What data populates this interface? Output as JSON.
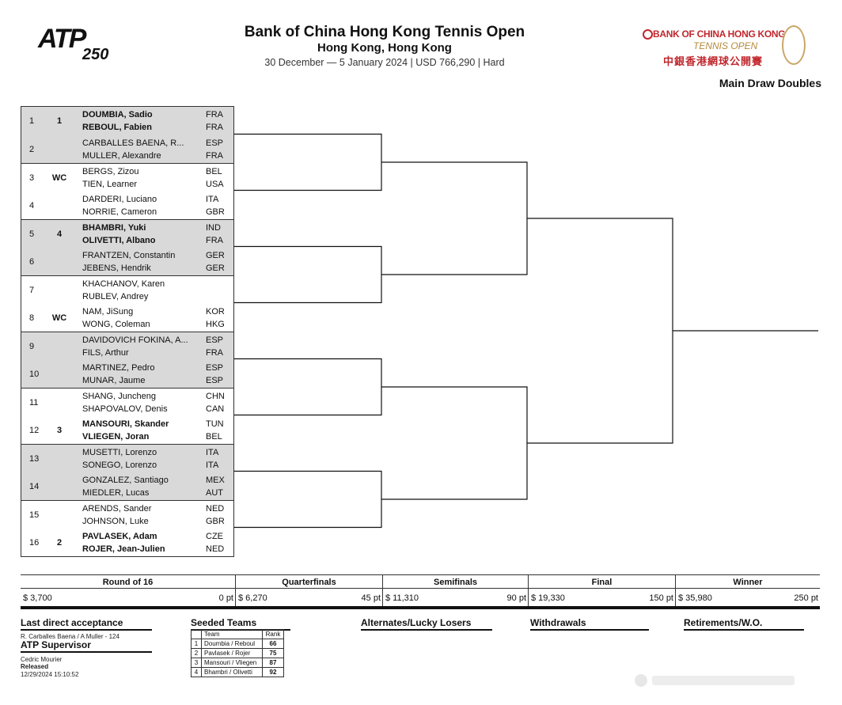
{
  "header": {
    "atp_logo": {
      "word": "ATP",
      "number": "250"
    },
    "title": "Bank of China Hong Kong Tennis Open",
    "location": "Hong Kong, Hong Kong",
    "info": "30 December — 5 January 2024 | USD 766,290 | Hard",
    "sponsor_logo": {
      "line1": "BANK OF CHINA HONG KONG",
      "line2": "TENNIS OPEN",
      "line3": "中銀香港網球公開賽"
    },
    "draw_type": "Main Draw Doubles"
  },
  "draw": [
    {
      "num": "1",
      "seed": "1",
      "p1": "DOUMBIA, Sadio",
      "c1": "FRA",
      "p2": "REBOUL, Fabien",
      "c2": "FRA",
      "bold": true
    },
    {
      "num": "2",
      "seed": "",
      "p1": "CARBALLES BAENA, R...",
      "c1": "ESP",
      "p2": "MULLER, Alexandre",
      "c2": "FRA",
      "bold": false
    },
    {
      "num": "3",
      "seed": "WC",
      "p1": "BERGS, Zizou",
      "c1": "BEL",
      "p2": "TIEN, Learner",
      "c2": "USA",
      "bold": false
    },
    {
      "num": "4",
      "seed": "",
      "p1": "DARDERI, Luciano",
      "c1": "ITA",
      "p2": "NORRIE, Cameron",
      "c2": "GBR",
      "bold": false
    },
    {
      "num": "5",
      "seed": "4",
      "p1": "BHAMBRI, Yuki",
      "c1": "IND",
      "p2": "OLIVETTI, Albano",
      "c2": "FRA",
      "bold": true
    },
    {
      "num": "6",
      "seed": "",
      "p1": "FRANTZEN, Constantin",
      "c1": "GER",
      "p2": "JEBENS, Hendrik",
      "c2": "GER",
      "bold": false
    },
    {
      "num": "7",
      "seed": "",
      "p1": "KHACHANOV, Karen",
      "c1": "",
      "p2": "RUBLEV, Andrey",
      "c2": "",
      "bold": false
    },
    {
      "num": "8",
      "seed": "WC",
      "p1": "NAM, JiSung",
      "c1": "KOR",
      "p2": "WONG, Coleman",
      "c2": "HKG",
      "bold": false
    },
    {
      "num": "9",
      "seed": "",
      "p1": "DAVIDOVICH FOKINA, A...",
      "c1": "ESP",
      "p2": "FILS, Arthur",
      "c2": "FRA",
      "bold": false
    },
    {
      "num": "10",
      "seed": "",
      "p1": "MARTINEZ, Pedro",
      "c1": "ESP",
      "p2": "MUNAR, Jaume",
      "c2": "ESP",
      "bold": false
    },
    {
      "num": "11",
      "seed": "",
      "p1": "SHANG, Juncheng",
      "c1": "CHN",
      "p2": "SHAPOVALOV, Denis",
      "c2": "CAN",
      "bold": false
    },
    {
      "num": "12",
      "seed": "3",
      "p1": "MANSOURI, Skander",
      "c1": "TUN",
      "p2": "VLIEGEN, Joran",
      "c2": "BEL",
      "bold": true
    },
    {
      "num": "13",
      "seed": "",
      "p1": "MUSETTI, Lorenzo",
      "c1": "ITA",
      "p2": "SONEGO, Lorenzo",
      "c2": "ITA",
      "bold": false
    },
    {
      "num": "14",
      "seed": "",
      "p1": "GONZALEZ, Santiago",
      "c1": "MEX",
      "p2": "MIEDLER, Lucas",
      "c2": "AUT",
      "bold": false
    },
    {
      "num": "15",
      "seed": "",
      "p1": "ARENDS, Sander",
      "c1": "NED",
      "p2": "JOHNSON, Luke",
      "c2": "GBR",
      "bold": false
    },
    {
      "num": "16",
      "seed": "2",
      "p1": "PAVLASEK, Adam",
      "c1": "CZE",
      "p2": "ROJER, Jean-Julien",
      "c2": "NED",
      "bold": true
    }
  ],
  "prize": [
    {
      "round": "Round of 16",
      "money": "$ 3,700",
      "points": "0 pt"
    },
    {
      "round": "Quarterfinals",
      "money": "$ 6,270",
      "points": "45 pt"
    },
    {
      "round": "Semifinals",
      "money": "$ 11,310",
      "points": "90 pt"
    },
    {
      "round": "Final",
      "money": "$ 19,330",
      "points": "150 pt"
    },
    {
      "round": "Winner",
      "money": "$ 35,980",
      "points": "250 pt"
    }
  ],
  "footer": {
    "last_direct_acceptance": {
      "heading": "Last direct acceptance",
      "value": "R. Carballes Baena / A Muller - 124"
    },
    "supervisor": {
      "heading": "ATP Supervisor",
      "name": "Cedric Mourier",
      "status": "Released",
      "timestamp": "12/29/2024 15:10:52"
    },
    "seeded": {
      "heading": "Seeded Teams",
      "col_team": "Team",
      "col_rank": "Rank",
      "rows": [
        {
          "n": "1",
          "team": "Doumbia / Reboul",
          "rank": "66"
        },
        {
          "n": "2",
          "team": "Pavlasek / Rojer",
          "rank": "75"
        },
        {
          "n": "3",
          "team": "Mansouri / Vliegen",
          "rank": "87"
        },
        {
          "n": "4",
          "team": "Bhambri / Olivetti",
          "rank": "92"
        }
      ]
    },
    "alternates": "Alternates/Lucky Losers",
    "withdrawals": "Withdrawals",
    "retirements": "Retirements/W.O."
  },
  "colors": {
    "shade": "#d9d9d9",
    "brand_red": "#c0272d",
    "gold": "#b78a3b"
  }
}
